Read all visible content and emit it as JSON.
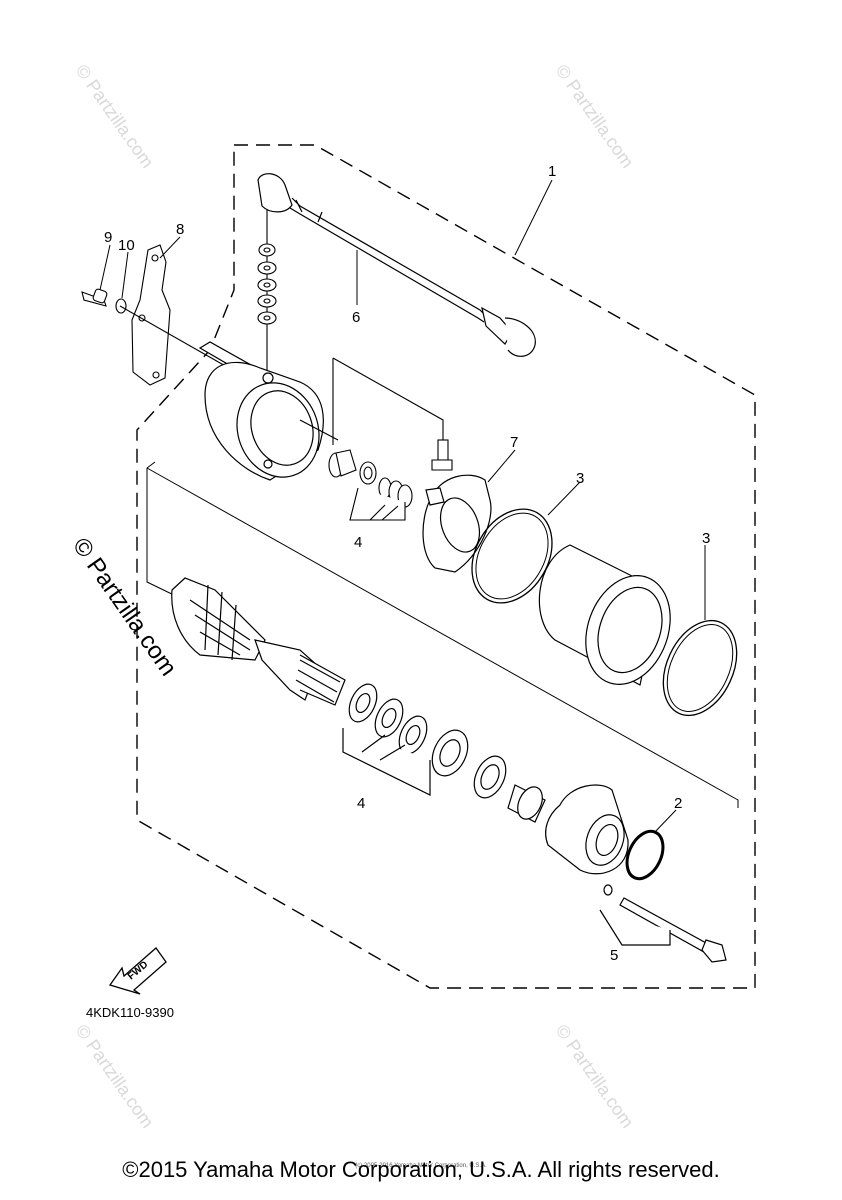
{
  "diagram": {
    "callouts": {
      "c1": "1",
      "c2": "2",
      "c3a": "3",
      "c3b": "3",
      "c4a": "4",
      "c4b": "4",
      "c5": "5",
      "c6": "6",
      "c7": "7",
      "c8": "8",
      "c9": "9",
      "c10": "10"
    },
    "part_code": "4KDK110-9390",
    "fwd_label": "FWD"
  },
  "watermarks": {
    "small": "© Partzilla.com",
    "large": "© Partzilla.com"
  },
  "footer": {
    "copyright": "©2015 Yamaha Motor Corporation, U.S.A. All rights reserved.",
    "tiny": "(c) 2005-2016 Yamaha Motor Corporation, U.S.A."
  }
}
